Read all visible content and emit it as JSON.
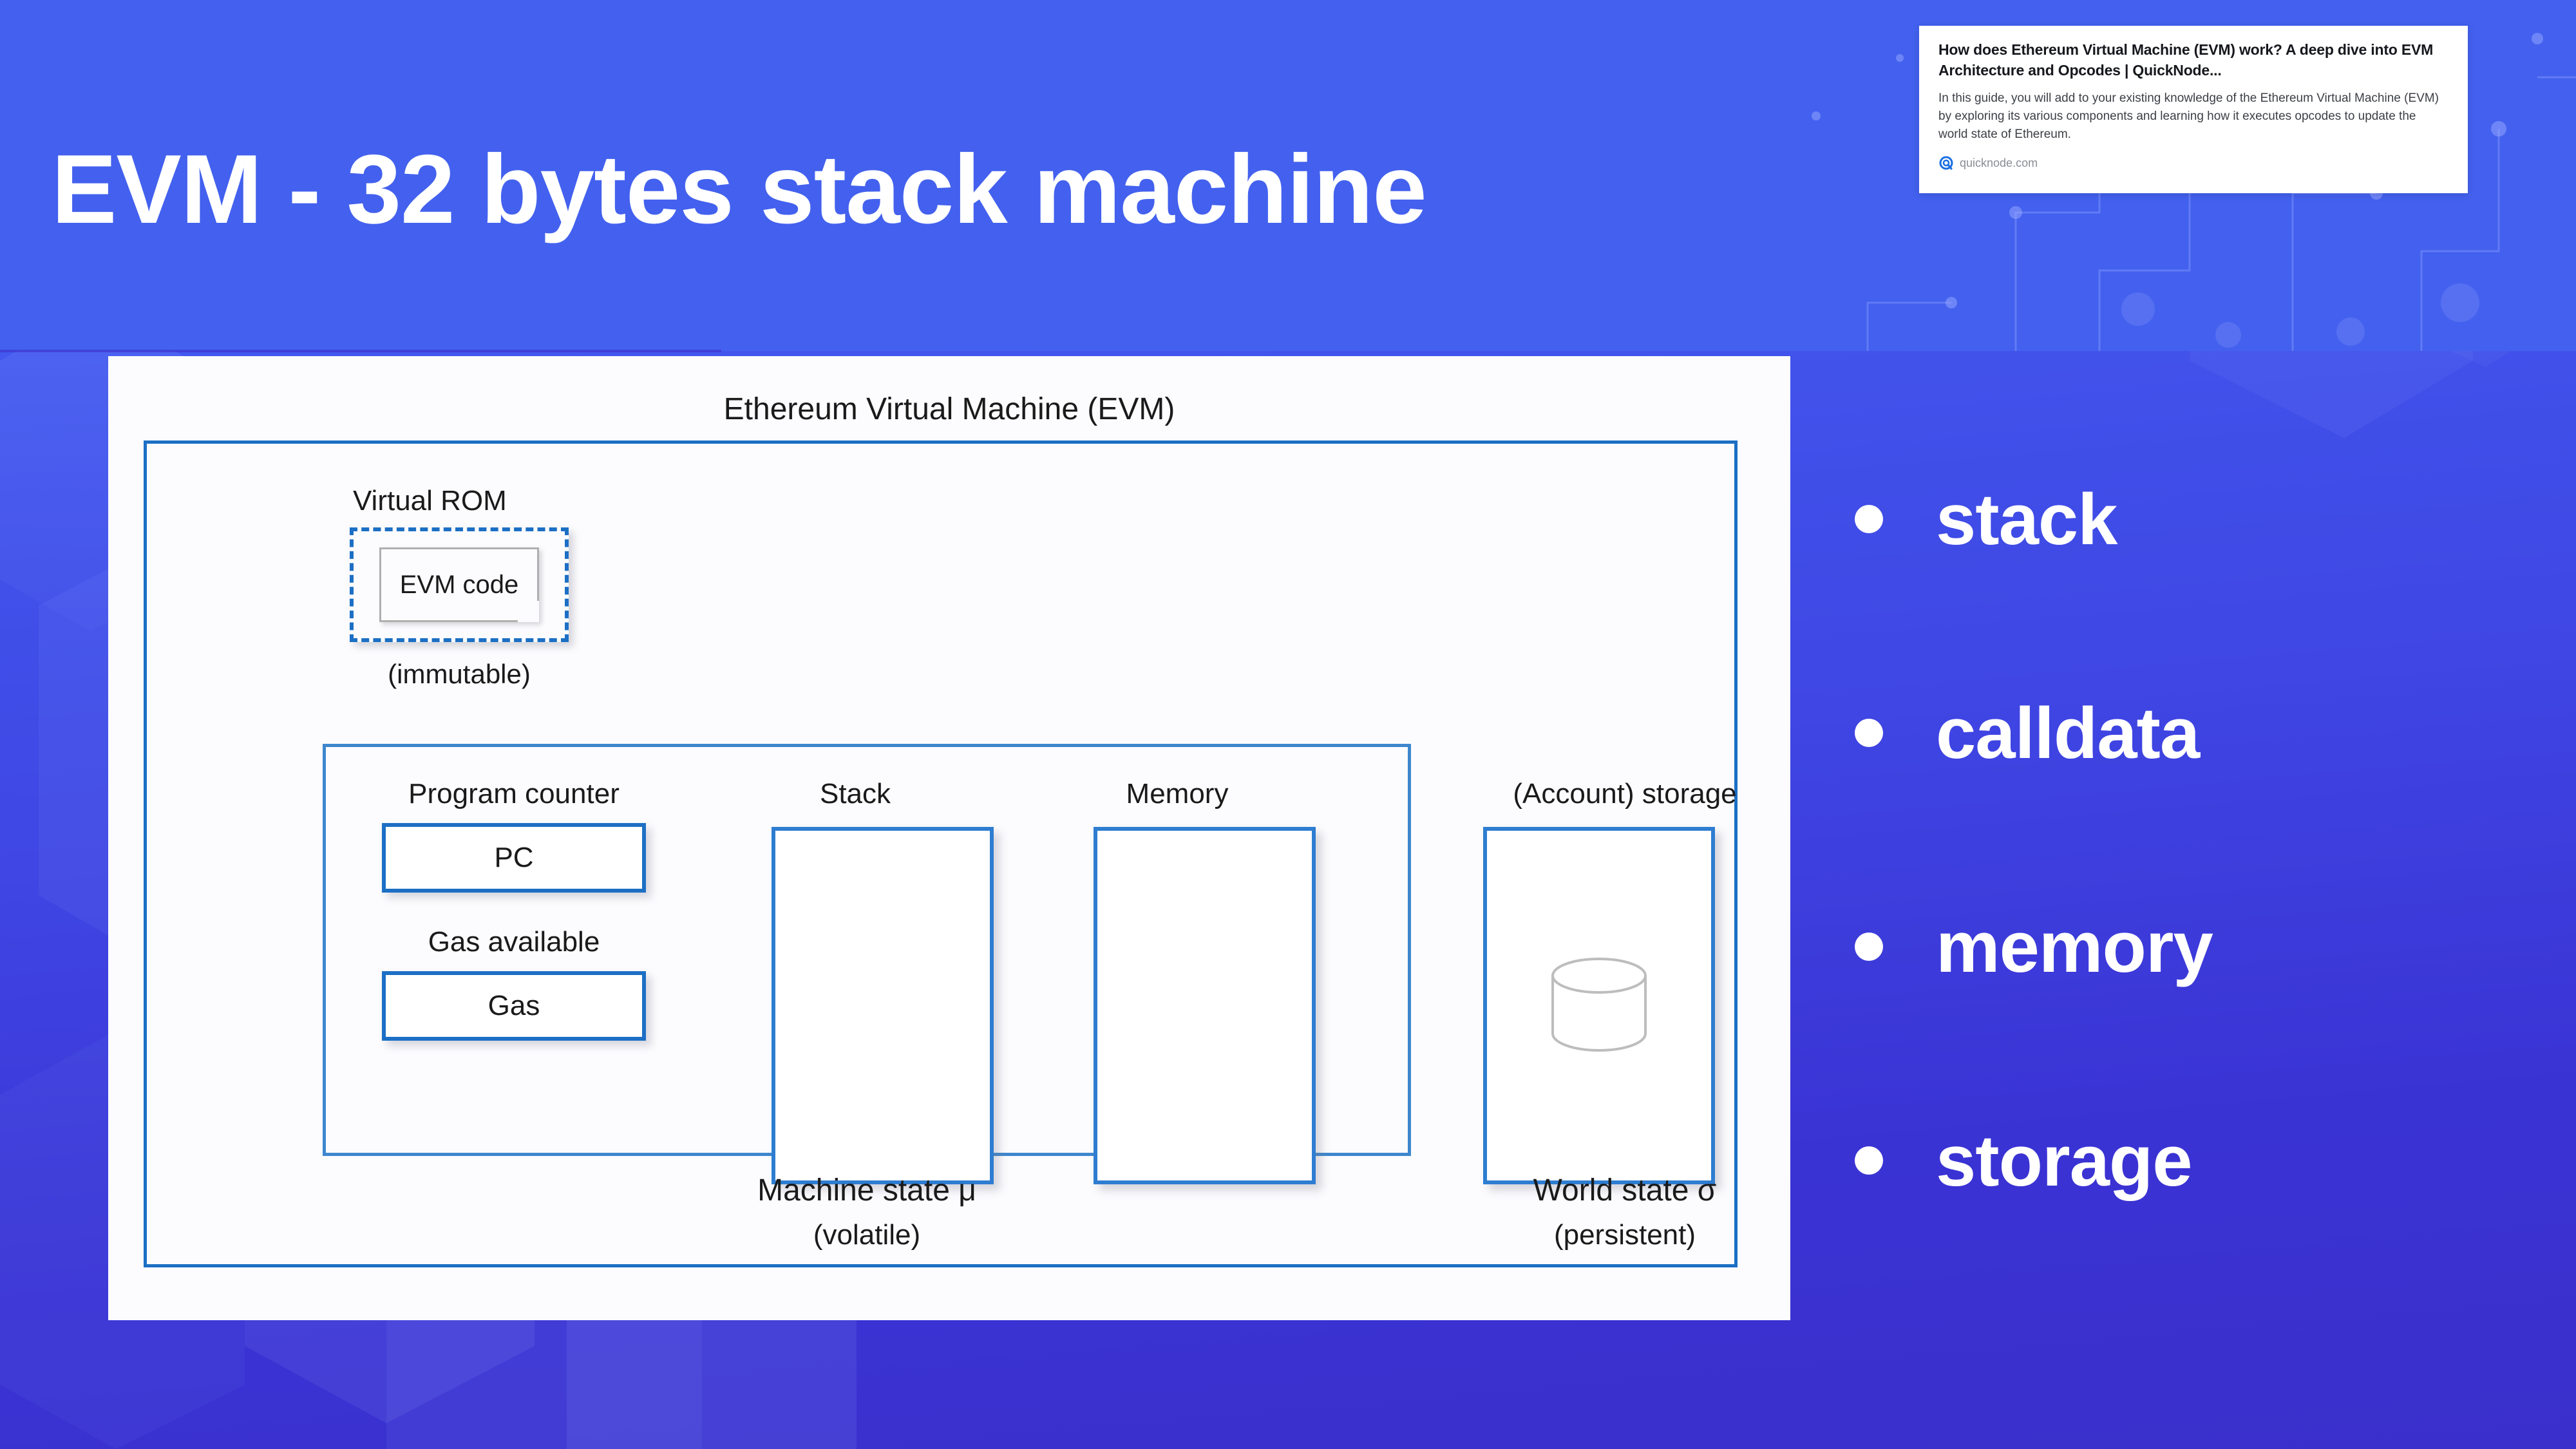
{
  "slide": {
    "title": "EVM - 32 bytes stack machine",
    "background_color": "#4361EE",
    "accent_color": "#1C6FC4"
  },
  "link_preview": {
    "title": "How does Ethereum Virtual Machine (EVM) work? A deep dive into EVM Architecture and Opcodes | QuickNode...",
    "description": "In this guide, you will add to your existing knowledge of the Ethereum Virtual Machine (EVM) by exploring its various components and learning how it executes opcodes to update the world state of Ethereum.",
    "domain": "quicknode.com",
    "favicon": "quicknode-q-icon"
  },
  "diagram": {
    "heading": "Ethereum Virtual Machine (EVM)",
    "virtual_rom": {
      "label": "Virtual ROM",
      "content": "EVM code",
      "caption": "(immutable)"
    },
    "machine_state": {
      "caption": "Machine state  μ",
      "sub_caption": "(volatile)",
      "fields": [
        {
          "label": "Program counter",
          "value": "PC"
        },
        {
          "label": "Gas available",
          "value": "Gas"
        }
      ],
      "regions": [
        {
          "label": "Stack"
        },
        {
          "label": "Memory"
        }
      ]
    },
    "world_state": {
      "label": "(Account) storage",
      "caption": "World state  σ",
      "sub_caption": "(persistent)",
      "icon": "database-cylinder-icon"
    }
  },
  "bullets": [
    {
      "label": "stack"
    },
    {
      "label": "calldata"
    },
    {
      "label": "memory"
    },
    {
      "label": "storage"
    }
  ]
}
